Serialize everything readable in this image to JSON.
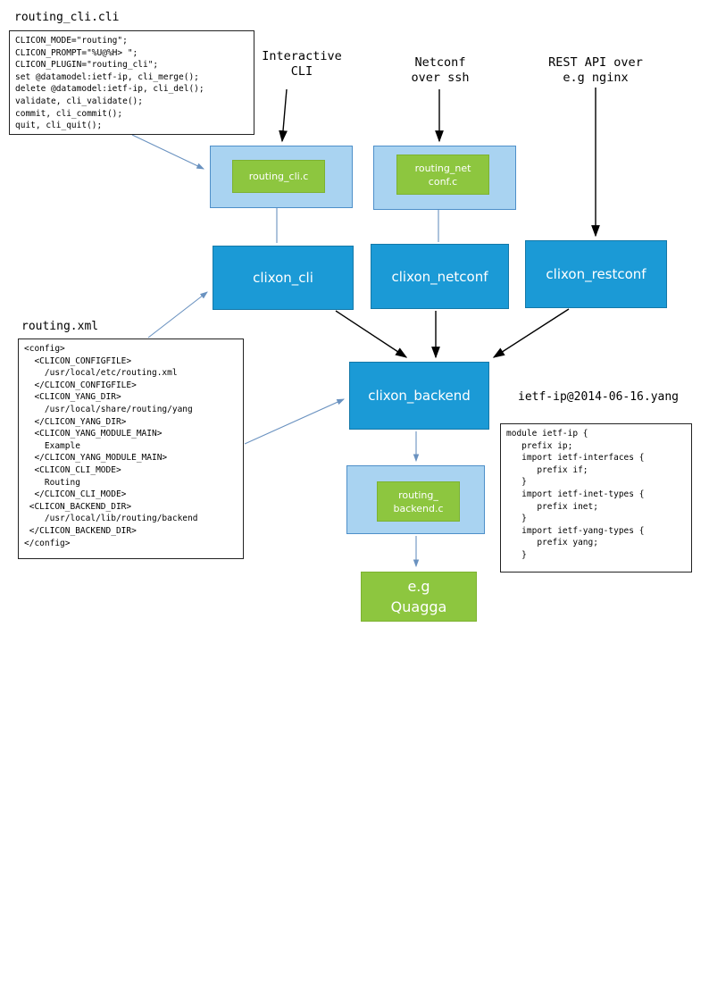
{
  "labels": {
    "routing_cli_file": "routing_cli.cli",
    "interactive_cli": "Interactive\nCLI",
    "netconf_over_ssh": "Netconf\nover ssh",
    "rest_api": "REST API over\ne.g nginx",
    "routing_xml_file": "routing.xml",
    "yang_file": "ietf-ip@2014-06-16.yang"
  },
  "boxes": {
    "clixon_cli": "clixon_cli",
    "clixon_netconf": "clixon_netconf",
    "clixon_restconf": "clixon_restconf",
    "clixon_backend": "clixon_backend",
    "routing_cli_plugin": "routing_cli.c",
    "routing_netconf_plugin": "routing_net\nconf.c",
    "routing_backend_plugin": "routing_\nbackend.c",
    "quagga": "e.g\nQuagga"
  },
  "code": {
    "routing_cli_cli": [
      "CLICON_MODE=\"routing\";",
      "CLICON_PROMPT=\"%U@%H> \";",
      "CLICON_PLUGIN=\"routing_cli\";",
      "set @datamodel:ietf-ip, cli_merge();",
      "delete @datamodel:ietf-ip, cli_del();",
      "validate, cli_validate();",
      "commit, cli_commit();",
      "quit, cli_quit();"
    ],
    "routing_xml": [
      "<config>",
      "  <CLICON_CONFIGFILE>",
      "    /usr/local/etc/routing.xml",
      "  </CLICON_CONFIGFILE>",
      "  <CLICON_YANG_DIR>",
      "    /usr/local/share/routing/yang",
      "  </CLICON_YANG_DIR>",
      "  <CLICON_YANG_MODULE_MAIN>",
      "    Example",
      "  </CLICON_YANG_MODULE_MAIN>",
      "  <CLICON_CLI_MODE>",
      "    Routing",
      "  </CLICON_CLI_MODE>",
      " <CLICON_BACKEND_DIR>",
      "    /usr/local/lib/routing/backend",
      " </CLICON_BACKEND_DIR>",
      "</config>"
    ],
    "ietf_ip_yang": [
      "module ietf-ip {",
      "   prefix ip;",
      "   import ietf-interfaces {",
      "      prefix if;",
      "   }",
      "   import ietf-inet-types {",
      "      prefix inet;",
      "   }",
      "   import ietf-yang-types {",
      "      prefix yang;",
      "   }"
    ]
  },
  "colors": {
    "main_box_blue": "#1b9ad6",
    "plugin_box_light_blue": "#a9d3f1",
    "plugin_green": "#8dc63f",
    "connector_blue": "#6a92c0",
    "connector_black": "#000000"
  }
}
